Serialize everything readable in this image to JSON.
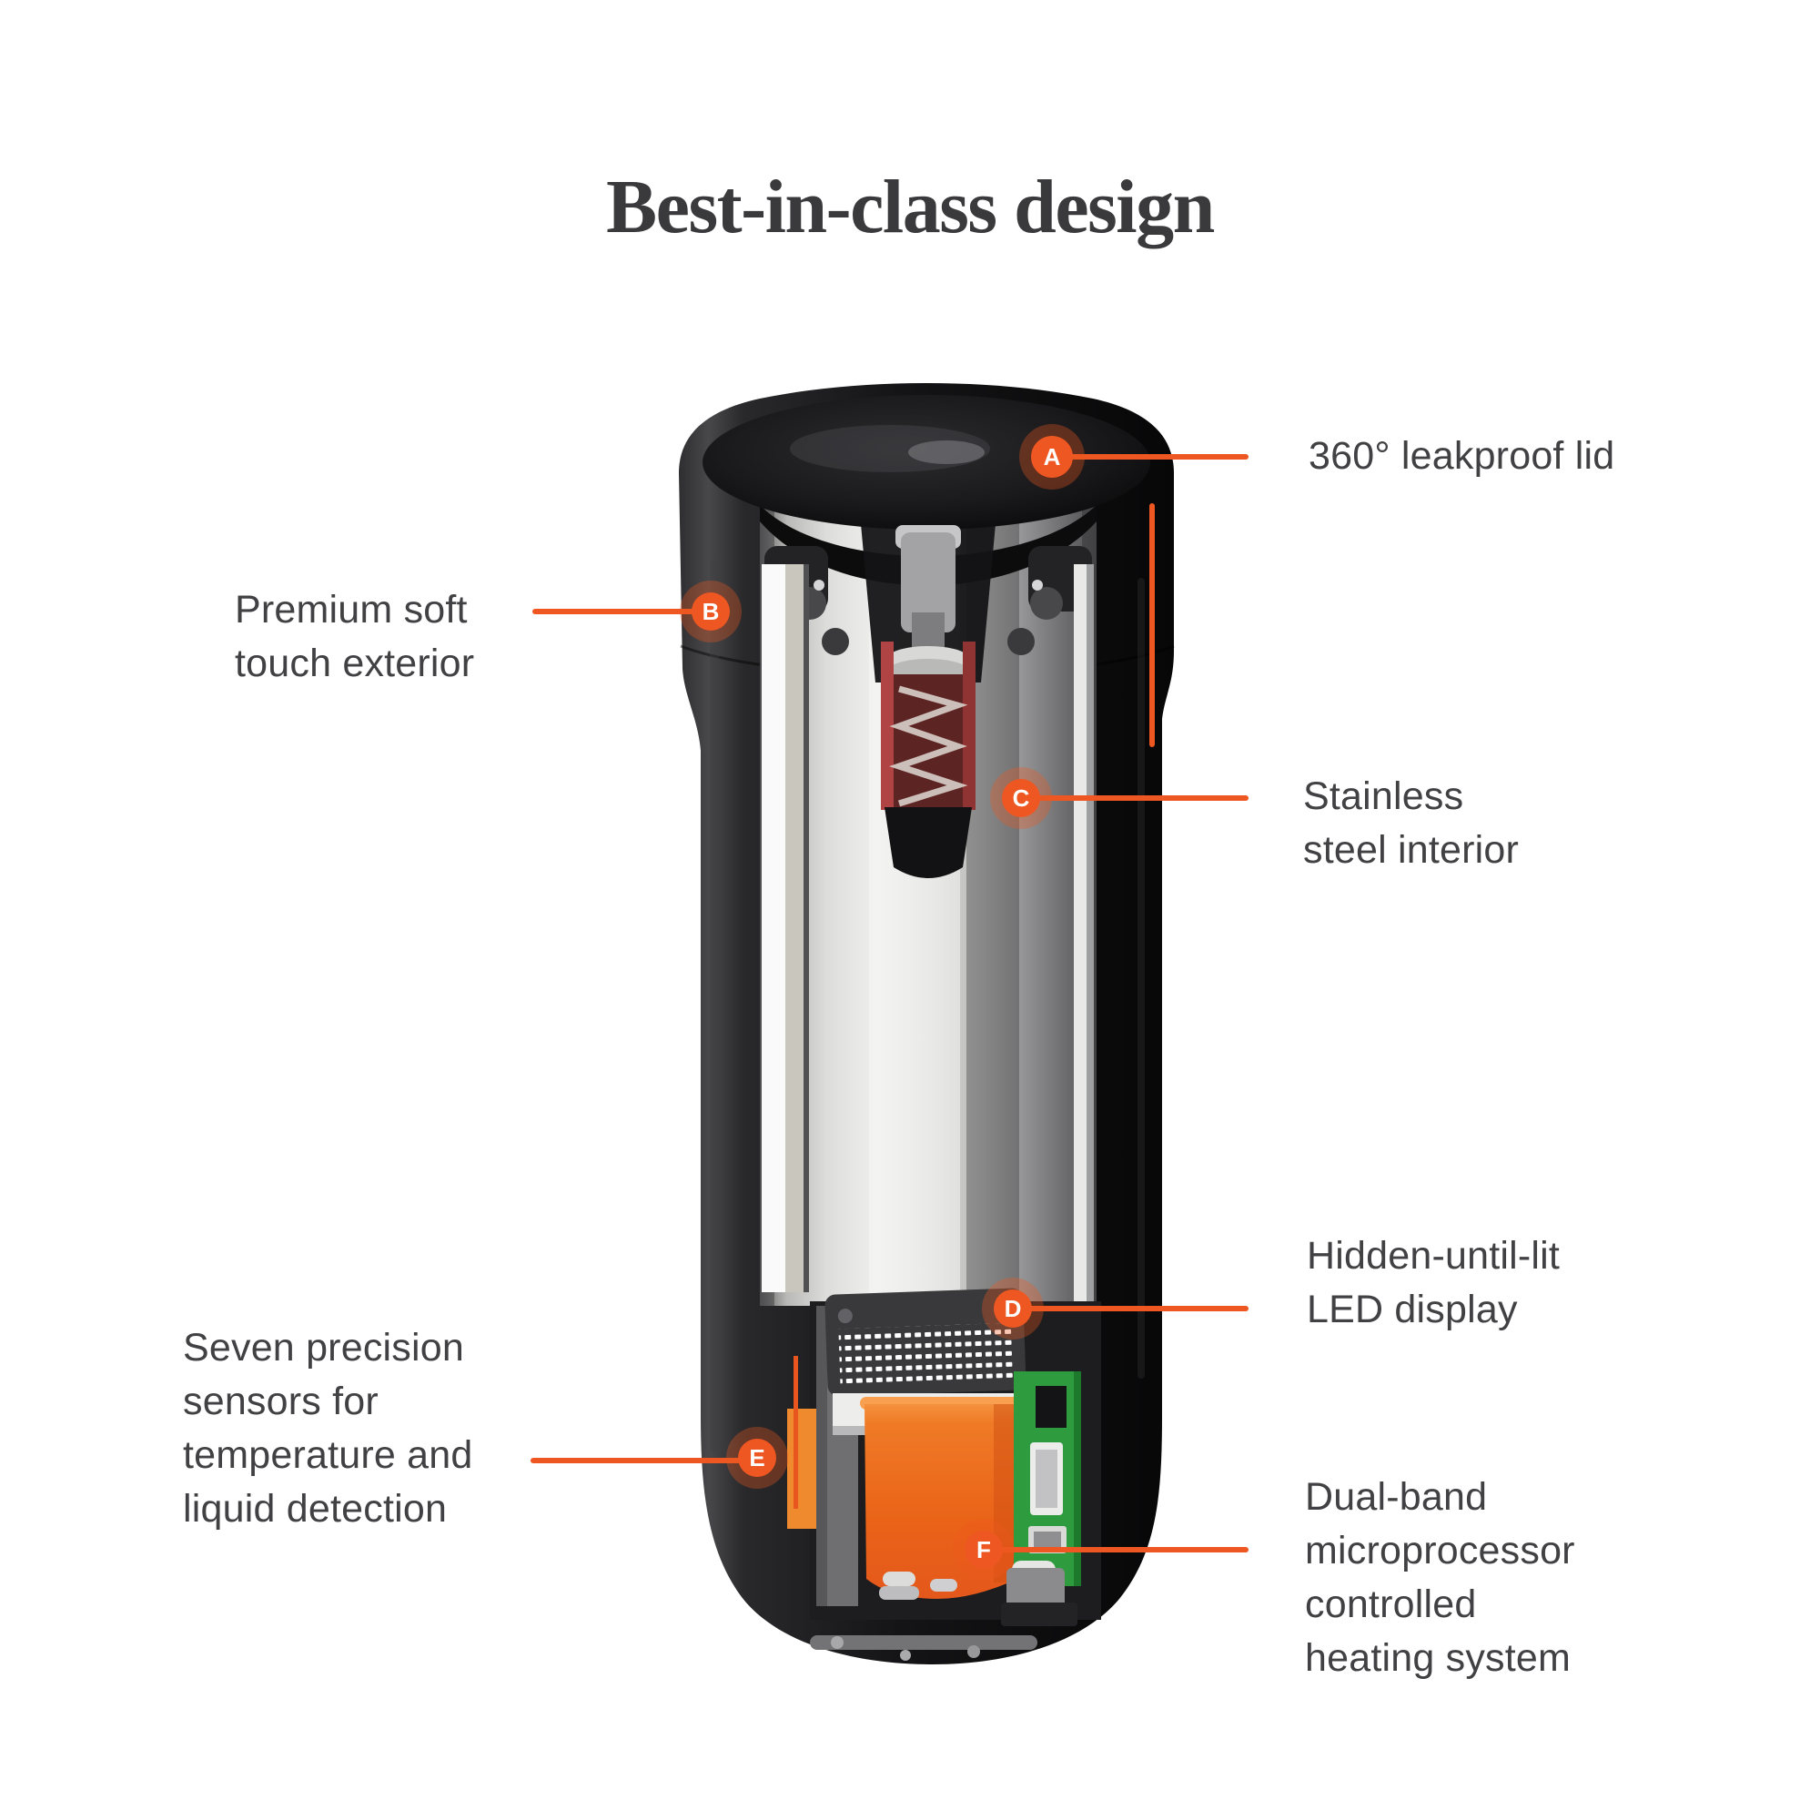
{
  "title": "Best-in-class design",
  "colors": {
    "accent": "#EE5722",
    "label_text": "#414144",
    "title_text": "#3A3A3C"
  },
  "callouts": [
    {
      "id": "A",
      "label": "360° leakproof lid"
    },
    {
      "id": "B",
      "label": "Premium soft\ntouch exterior"
    },
    {
      "id": "C",
      "label": "Stainless\nsteel interior"
    },
    {
      "id": "D",
      "label": "Hidden-until-lit\nLED display"
    },
    {
      "id": "E",
      "label": "Seven precision\nsensors for\ntemperature and\nliquid detection"
    },
    {
      "id": "F",
      "label": "Dual-band\nmicroprocessor\ncontrolled\nheating system"
    }
  ]
}
